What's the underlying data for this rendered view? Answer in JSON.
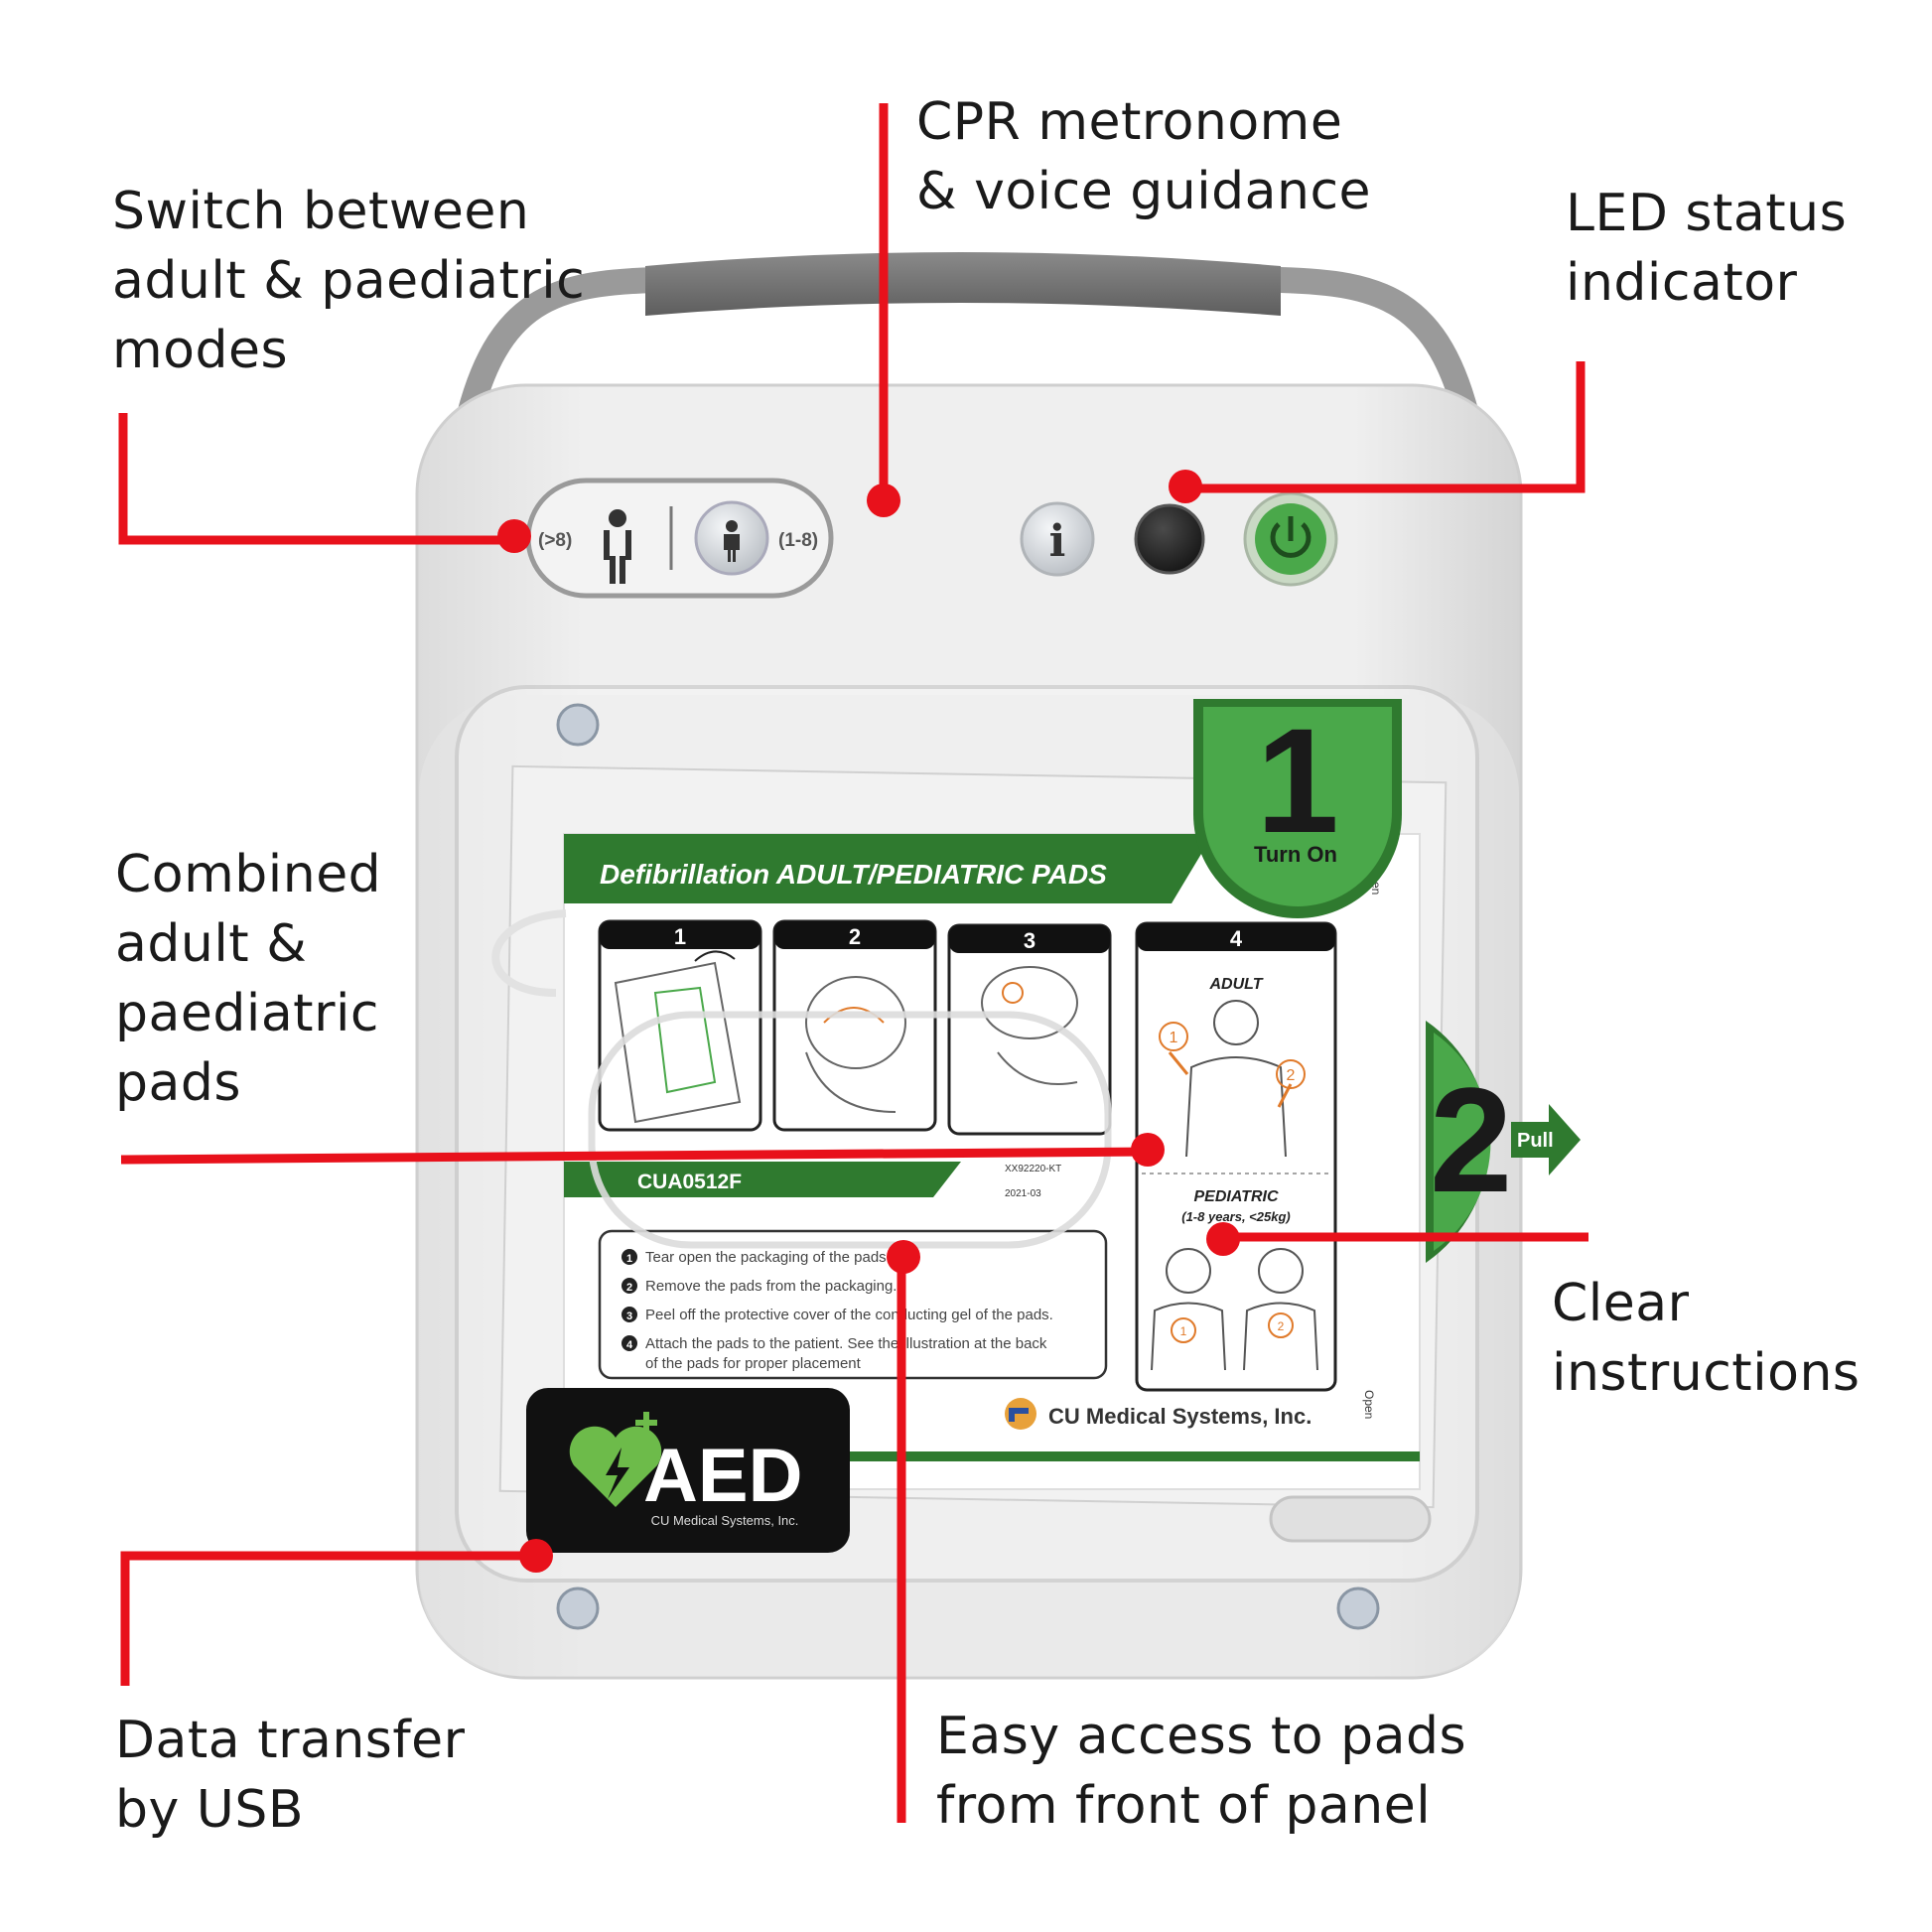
{
  "callouts": {
    "modes": "Switch between\nadult & paediatric\nmodes",
    "cpr": "CPR metronome\n& voice guidance",
    "led": "LED status\nindicator",
    "pads": "Combined\nadult &\npaediatric\npads",
    "clear": "Clear\ninstructions",
    "usb": "Data transfer\nby USB",
    "access": "Easy access to pads\nfrom front of panel"
  },
  "device": {
    "mode_adult": "(>8)",
    "mode_child": "(1-8)",
    "info_symbol": "i",
    "step1_number": "1",
    "step1_label": "Turn On",
    "step2_number": "2",
    "step2_label": "Pull",
    "open_label": "Open",
    "pad_header": "Defibrillation ADULT/PEDIATRIC PADS",
    "panel_numbers": [
      "1",
      "2",
      "3",
      "4"
    ],
    "adult_label": "ADULT",
    "pediatric_label": "PEDIATRIC",
    "pediatric_sub": "(1-8 years, <25kg)",
    "model_code": "CUA0512F",
    "lot_code": "XX92220-KT",
    "expiry": "2021-03",
    "instructions": [
      "Tear open the packaging of the pads.",
      "Remove the pads from the packaging.",
      "Peel off the protective cover of the conducting gel of the pads.",
      "Attach the pads to the patient. See the illustration at the back",
      "of the pads for proper placement"
    ],
    "instruction_marks": [
      "1",
      "2",
      "3",
      "4"
    ],
    "pad_marks": [
      "1",
      "2"
    ],
    "manufacturer": "CU Medical Systems, Inc.",
    "aed_label": "AED",
    "aed_sub": "CU Medical Systems, Inc."
  },
  "colors": {
    "leader": "#e8111b",
    "green": "#4aa84a",
    "dark_green": "#2f7a2f",
    "body": "#ececec"
  }
}
